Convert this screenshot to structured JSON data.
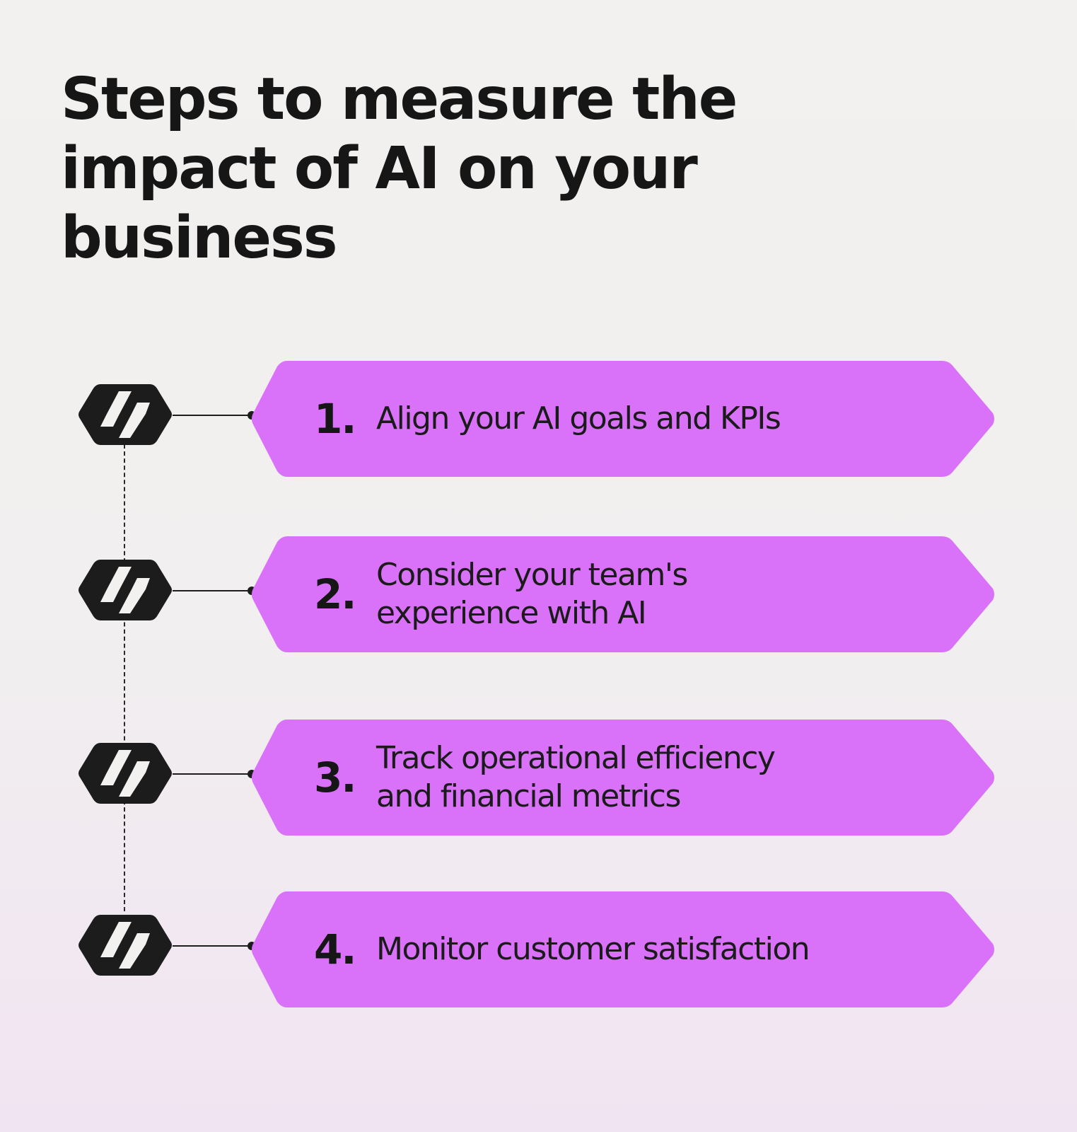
{
  "title": {
    "lines": [
      "Steps to measure the",
      "impact of AI on your",
      "business"
    ]
  },
  "colors": {
    "panel": "#da72f9",
    "icon": "#1c1c1c",
    "text": "#161616",
    "background_top": "#f2f1ef",
    "background_bottom": "#f1e4f2"
  },
  "steps": [
    {
      "number": "1.",
      "lines": [
        "Align your AI goals and KPIs"
      ],
      "icon": "lightning-hexagon-icon"
    },
    {
      "number": "2.",
      "lines": [
        "Consider your team's",
        "experience with AI"
      ],
      "icon": "lightning-hexagon-icon"
    },
    {
      "number": "3.",
      "lines": [
        "Track operational efficiency",
        "and financial metrics"
      ],
      "icon": "lightning-hexagon-icon"
    },
    {
      "number": "4.",
      "lines": [
        "Monitor customer satisfaction"
      ],
      "icon": "lightning-hexagon-icon"
    }
  ]
}
